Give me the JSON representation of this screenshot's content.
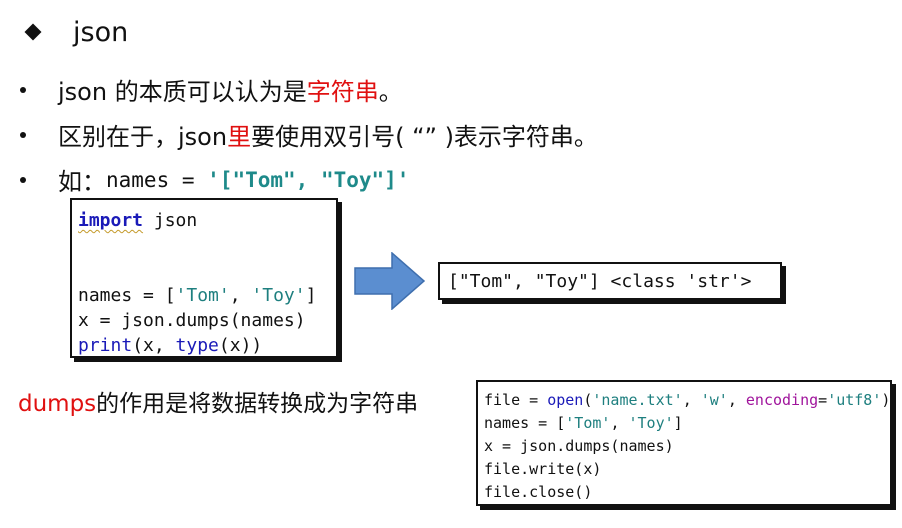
{
  "heading": "json",
  "bullets": [
    {
      "prefix": "json 的本质可以认为是",
      "highlight": "字符串",
      "suffix": "。"
    },
    {
      "prefix": "区别在于，json ",
      "highlight": "里",
      "suffix": "要使用双引号( “” )表示字符串。"
    },
    {
      "prefix": "如：",
      "code": "names = ",
      "literal": "'[\"Tom\", \"Toy\"]'"
    }
  ],
  "code_left": {
    "line1_kw": "import",
    "line1_rest": " json",
    "line2_a": "names = [",
    "line2_s1": "'Tom'",
    "line2_b": ", ",
    "line2_s2": "'Toy'",
    "line2_c": "]",
    "line3": "x = json.dumps(names)",
    "line4_fn1": "print",
    "line4_a": "(x, ",
    "line4_fn2": "type",
    "line4_b": "(x))"
  },
  "output": "[\"Tom\", \"Toy\"] <class 'str'>",
  "caption": {
    "highlight": "dumps",
    "rest": "的作用是将数据转换成为字符串"
  },
  "code_right": {
    "l1_a": "file = ",
    "l1_fn": "open",
    "l1_b": "(",
    "l1_s1": "'name.txt'",
    "l1_c": ", ",
    "l1_s2": "'w'",
    "l1_d": ", ",
    "l1_kw": "encoding",
    "l1_e": "=",
    "l1_s3": "'utf8'",
    "l1_f": ")",
    "l2_a": "names = [",
    "l2_s1": "'Tom'",
    "l2_b": ", ",
    "l2_s2": "'Toy'",
    "l2_c": "]",
    "l3": "x = json.dumps(names)",
    "l4": "file.write(x)",
    "l5": "file.close()"
  },
  "colors": {
    "highlight": "#e01010",
    "arrow": "#5b8ed0",
    "string": "#1e7f7f",
    "keyword": "#1a1ab8"
  },
  "icons": {
    "heading_marker": "diamond-bullet-icon",
    "list_marker": "dot-bullet-icon",
    "transform_arrow": "right-arrow-icon"
  }
}
